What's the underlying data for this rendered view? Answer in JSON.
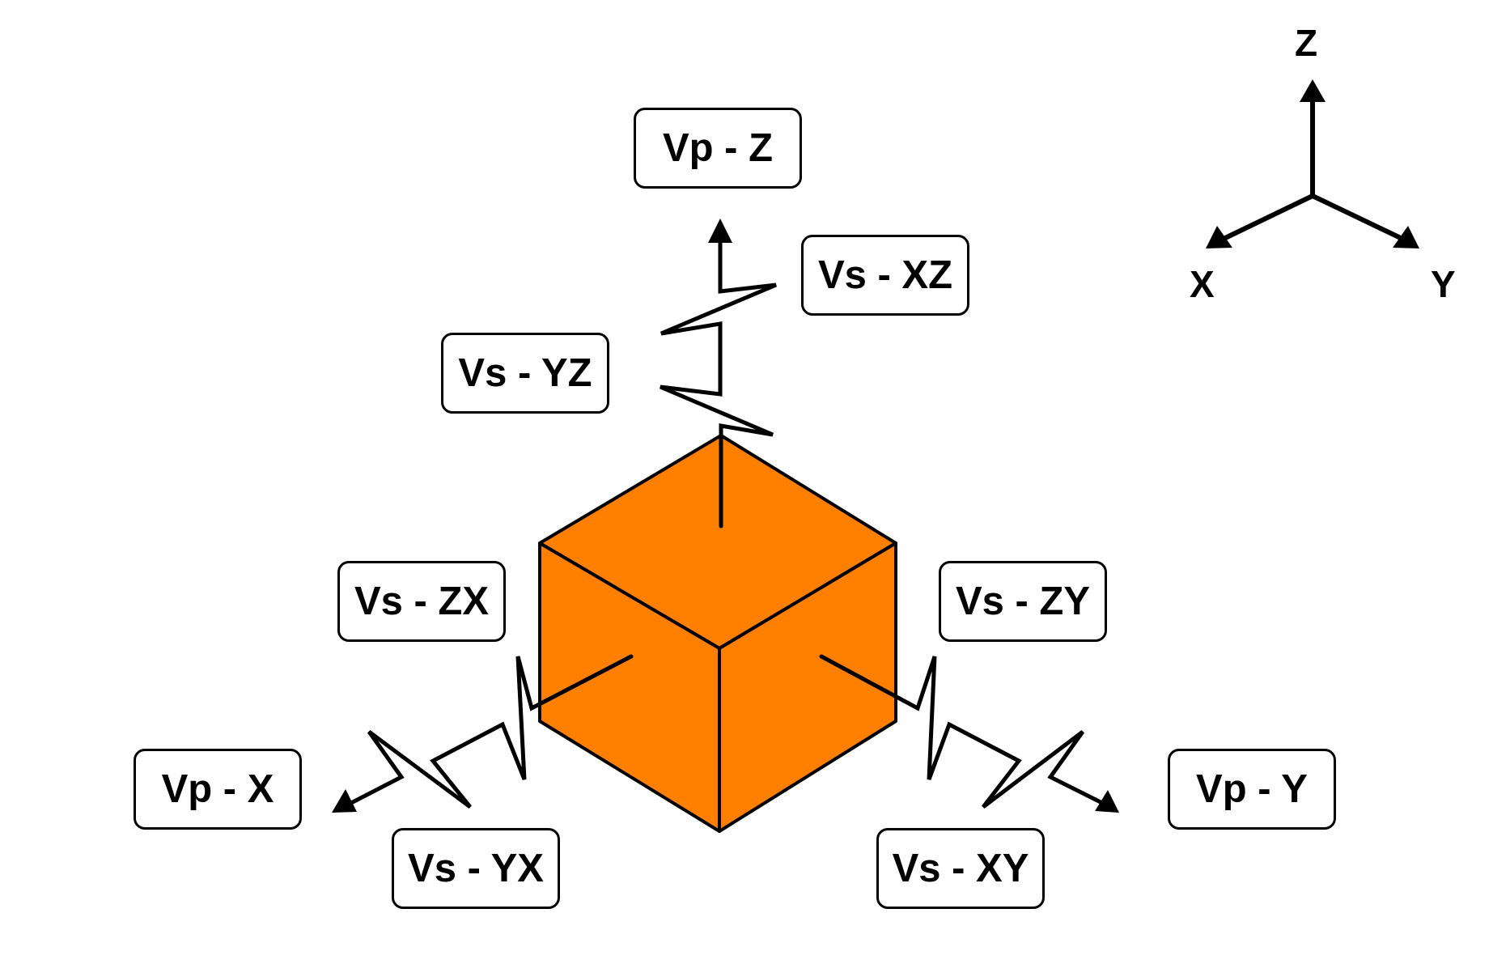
{
  "colors": {
    "cube_fill": "#FF7F00",
    "stroke": "#000000",
    "background": "#FFFFFF"
  },
  "labels": {
    "vp_z": "Vp - Z",
    "vs_xz": "Vs - XZ",
    "vs_yz": "Vs - YZ",
    "vs_zx": "Vs - ZX",
    "vs_zy": "Vs - ZY",
    "vp_x": "Vp - X",
    "vs_yx": "Vs - YX",
    "vp_y": "Vp - Y",
    "vs_xy": "Vs - XY"
  },
  "axes": {
    "z": "Z",
    "x": "X",
    "y": "Y"
  }
}
